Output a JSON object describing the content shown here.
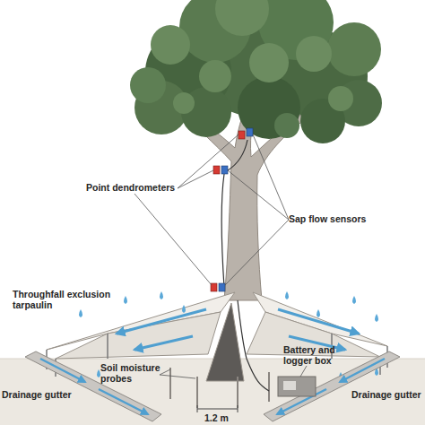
{
  "diagram": {
    "labels": [
      "Point dendrometers",
      "Sap flow sensors",
      "Throughfall exclusion tarpaulin",
      "Soil moisture probes",
      "Battery and logger box",
      "Drainage gutter",
      "Drainage gutter",
      "1.2 m"
    ]
  }
}
